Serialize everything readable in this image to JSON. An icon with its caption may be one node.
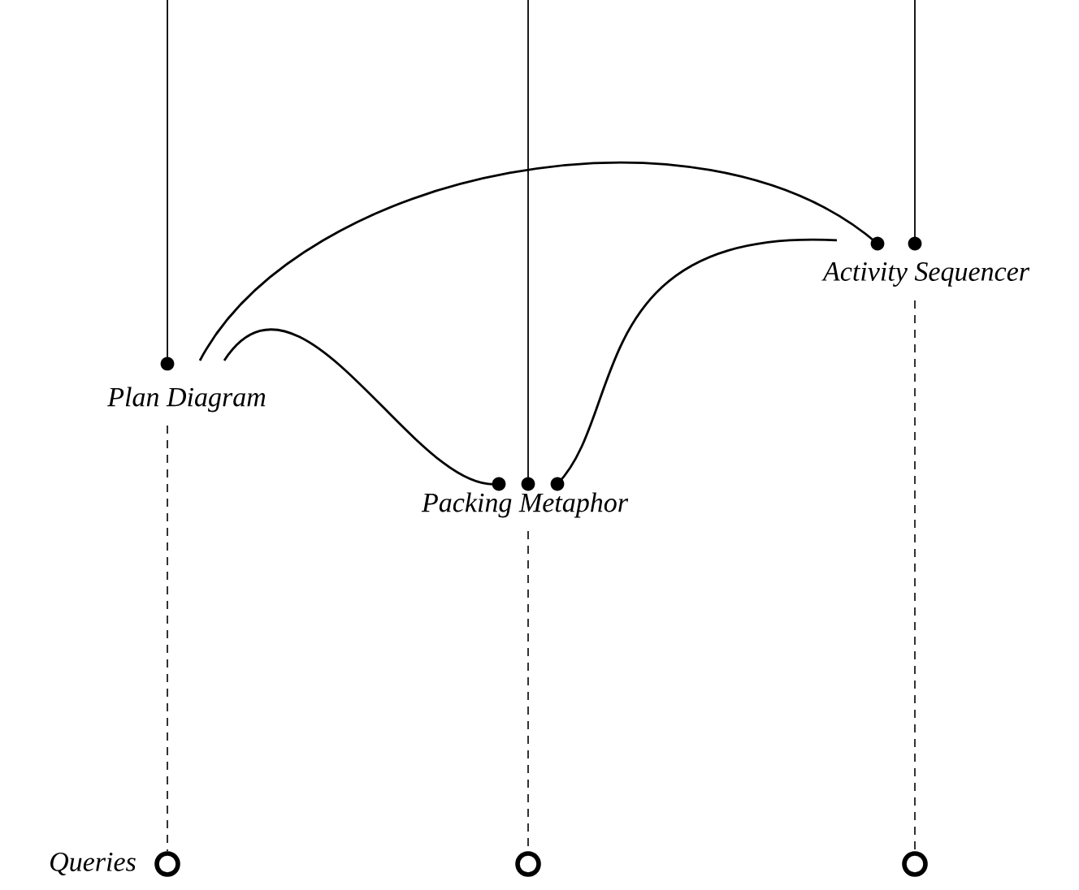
{
  "diagram": {
    "nodes": [
      {
        "text": [
          "Plan Diagram"
        ]
      },
      {
        "text": [
          "Packing Metaphor"
        ]
      },
      {
        "text": [
          "Activity Sequencer"
        ]
      },
      {
        "text": [],
        "shape": "circle",
        "beside": [
          "Queries"
        ]
      },
      {
        "text": [],
        "shape": "circle"
      },
      {
        "text": [],
        "shape": "circle"
      }
    ],
    "edges": [
      {
        "from": null,
        "to": 0,
        "arrow": "other"
      },
      {
        "from": null,
        "to": 1,
        "arrow": "other"
      },
      {
        "from": null,
        "to": 2,
        "arrow": "other"
      },
      {
        "from": 0,
        "to": 3,
        "arrow": "none",
        "style": "dashed"
      },
      {
        "from": 1,
        "to": 4,
        "arrow": "none",
        "style": "dashed"
      },
      {
        "from": 2,
        "to": 5,
        "arrow": "none",
        "style": "dashed"
      },
      {
        "from": 0,
        "to": 2,
        "arrow": "other"
      },
      {
        "from": 0,
        "to": 1,
        "arrow": "other"
      },
      {
        "from": 1,
        "to": 2,
        "arrow": "other"
      }
    ]
  }
}
